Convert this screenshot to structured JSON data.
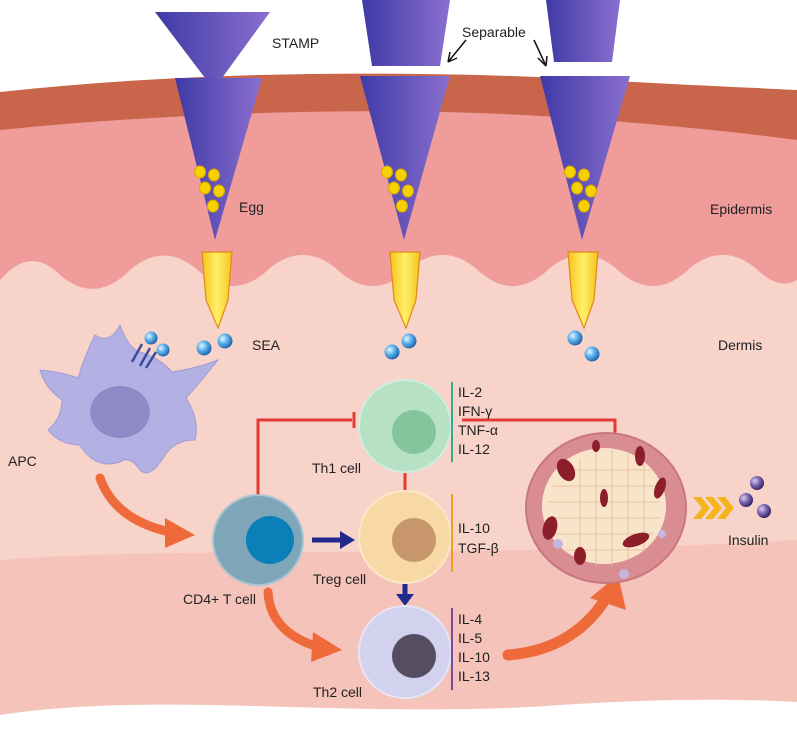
{
  "labels": {
    "stamp": "STAMP",
    "separable": "Separable",
    "egg": "Egg",
    "epidermis": "Epidermis",
    "sea": "SEA",
    "dermis": "Dermis",
    "apc": "APC",
    "cd4": "CD4+ T cell",
    "th1": "Th1 cell",
    "treg": "Treg cell",
    "th2": "Th2 cell",
    "insulin": "Insulin"
  },
  "cytokines": {
    "th1": [
      "IL-2",
      "IFN-γ",
      "TNF-α",
      "IL-12"
    ],
    "treg": [
      "IL-10",
      "TGF-β"
    ],
    "th2": [
      "IL-4",
      "IL-5",
      "IL-10",
      "IL-13"
    ]
  },
  "colors": {
    "skin_top": "#c8654a",
    "epidermis": "#ee9b9b",
    "dermis": "#f6cfc6",
    "needle": "#5a4fb3",
    "egg": "#f5d100",
    "inhibit": "#e53935",
    "activate": "#1f2a8c",
    "arrow_orange": "#ef6a3a",
    "th1_cell": "#b7e1c4",
    "treg_cell": "#f8d9a5",
    "th2_cell": "#d2d1ee",
    "cd4_cell": "#7fa6b8",
    "th1_bar": "#3aa88a",
    "treg_bar": "#f0a020",
    "th2_bar": "#7a4a9a"
  }
}
